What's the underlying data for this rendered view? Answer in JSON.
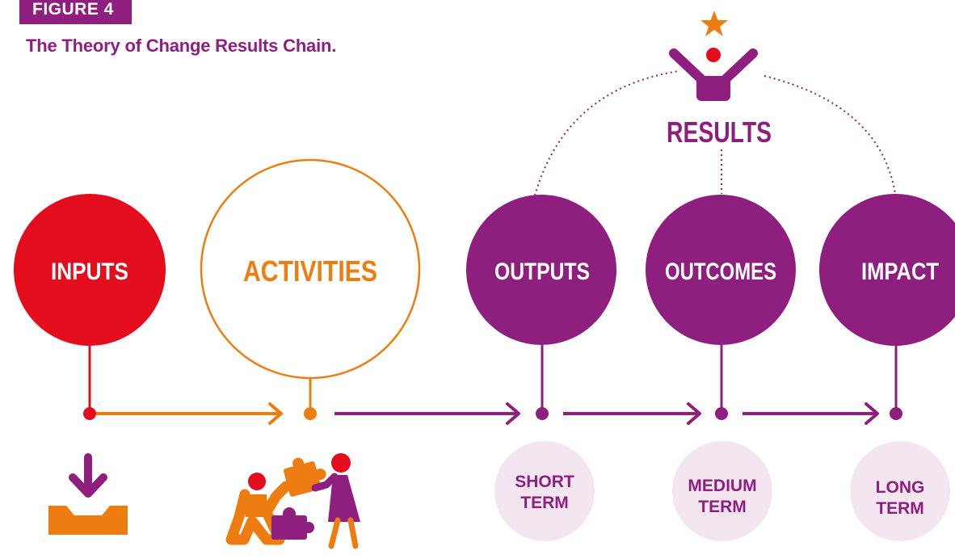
{
  "figure": {
    "badge": "FIGURE 4",
    "title": "The Theory of Change Results Chain."
  },
  "results_label": "RESULTS",
  "stages": [
    {
      "label": "INPUTS"
    },
    {
      "label": "ACTIVITIES"
    },
    {
      "label": "OUTPUTS"
    },
    {
      "label": "OUTCOMES"
    },
    {
      "label": "IMPACT"
    }
  ],
  "terms": [
    {
      "line1": "SHORT",
      "line2": "TERM"
    },
    {
      "line1": "MEDIUM",
      "line2": "TERM"
    },
    {
      "line1": "LONG",
      "line2": "TERM"
    }
  ],
  "icons": {
    "inputs": "download-tray-icon",
    "activities": "people-puzzle-icon",
    "results": "person-star-icon"
  },
  "colors": {
    "red": "#e30d1d",
    "orange": "#ee7d11",
    "purple": "#8e1f7e",
    "term_bg": "#f4e6f1"
  }
}
